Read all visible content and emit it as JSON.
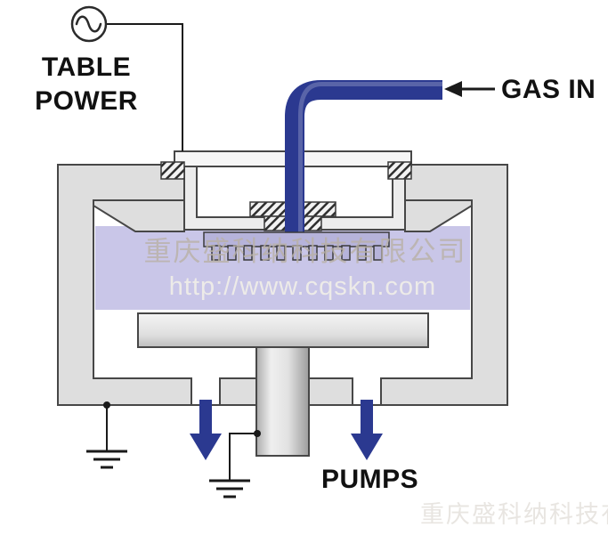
{
  "diagram": {
    "labels": {
      "table_power_line1": "TABLE",
      "table_power_line2": "POWER",
      "gas_in": "GAS IN",
      "pumps": "PUMPS"
    },
    "watermark": {
      "line1": "重庆盛科纳科技有限公司",
      "line2": "http://www.cqskn.com",
      "corner": "重庆盛科纳科技有限公司"
    },
    "colors": {
      "flow_navy": "#2b3990",
      "chamber_fill": "#dedede",
      "cup_fill": "#ececec",
      "plate_fill": "#f6f6f6",
      "plasma_lavender": "#c9c6e8",
      "showerhead_lavender": "#b6b3da",
      "outline_gray": "#474747",
      "ink": "#1a1a1a",
      "background": "#ffffff"
    },
    "icons": {
      "ac_source": "∿",
      "ground": "⏚",
      "gas_in_arrow": "←",
      "pump_arrow": "↓"
    }
  }
}
